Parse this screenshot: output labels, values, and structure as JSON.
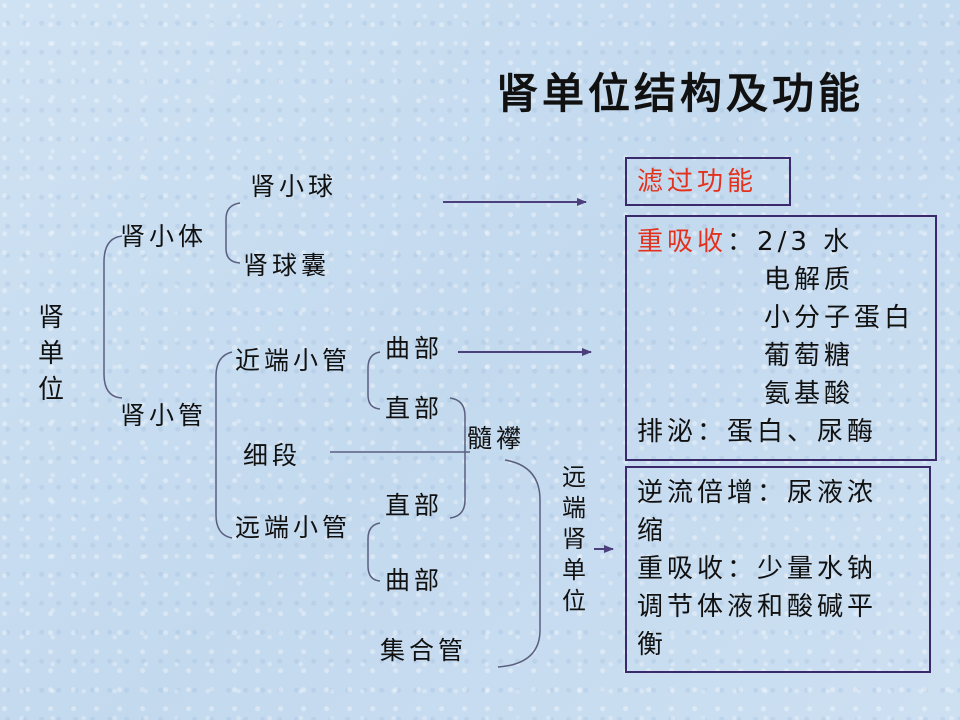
{
  "title": "肾单位结构及功能",
  "root": "肾单位",
  "structure": {
    "renal_corpuscle": "肾小体",
    "glomerulus": "肾小球",
    "capsule": "肾球囊",
    "renal_tubule": "肾小管",
    "proximal_tubule": "近端小管",
    "proximal_convoluted": "曲部",
    "proximal_straight": "直部",
    "loop": "髓襻",
    "thin_segment": "细段",
    "distal_tubule": "远端小管",
    "distal_straight": "直部",
    "distal_convoluted": "曲部",
    "collecting_duct": "集合管",
    "distal_nephron": "远端肾单位"
  },
  "functions": {
    "filtration": "滤过功能",
    "reabsorption_label": "重吸收",
    "reabsorption_sep": "：",
    "reabsorption_items": [
      "2/3 水",
      "电解质",
      "小分子蛋白",
      "葡萄糖",
      "氨基酸"
    ],
    "secretion": "排泌：蛋白、尿酶",
    "distal": [
      "逆流倍增：尿液浓缩",
      "重吸收：少量水钠",
      "调节体液和酸碱平衡"
    ]
  },
  "colors": {
    "highlight": "#e2321d",
    "box_border": "#3b2a6b",
    "arrow": "#4b3f7c",
    "bracket": "#5a5f80",
    "background": "#c9ddef"
  }
}
